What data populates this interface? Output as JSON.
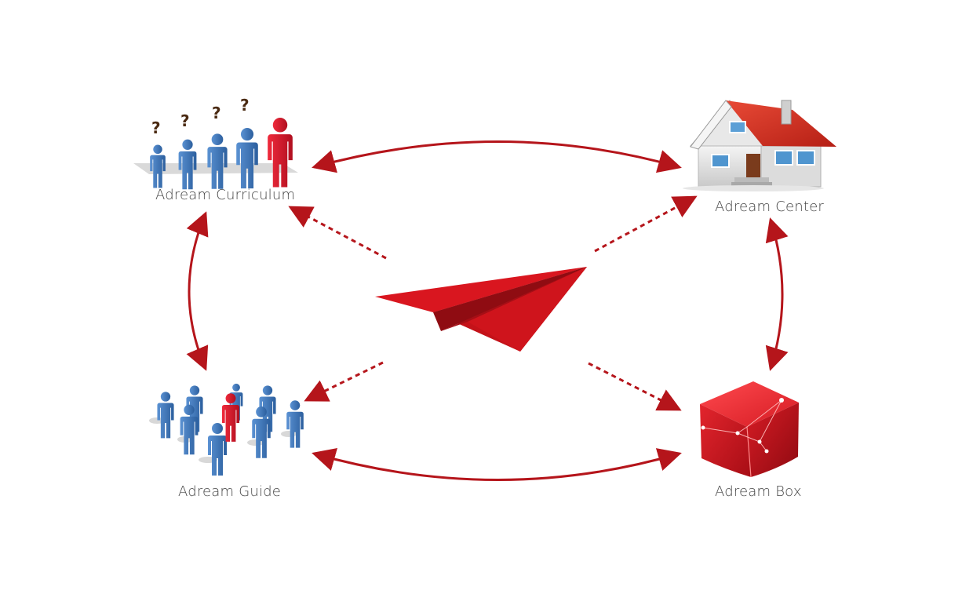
{
  "nodes": {
    "curriculum": {
      "label": "Adream Curriculum",
      "icon": "people-question-icon"
    },
    "center": {
      "label": "Adream Center",
      "icon": "house-icon"
    },
    "guide": {
      "label": "Adream Guide",
      "icon": "crowd-icon"
    },
    "box": {
      "label": "Adream Box",
      "icon": "cube-icon"
    },
    "hub": {
      "icon": "paper-plane-icon"
    }
  },
  "colors": {
    "accent": "#c4121a",
    "arrow": "#b5151b",
    "person_blue": "#3d74b6",
    "person_red": "#d1182a",
    "label_text": "#444444"
  }
}
